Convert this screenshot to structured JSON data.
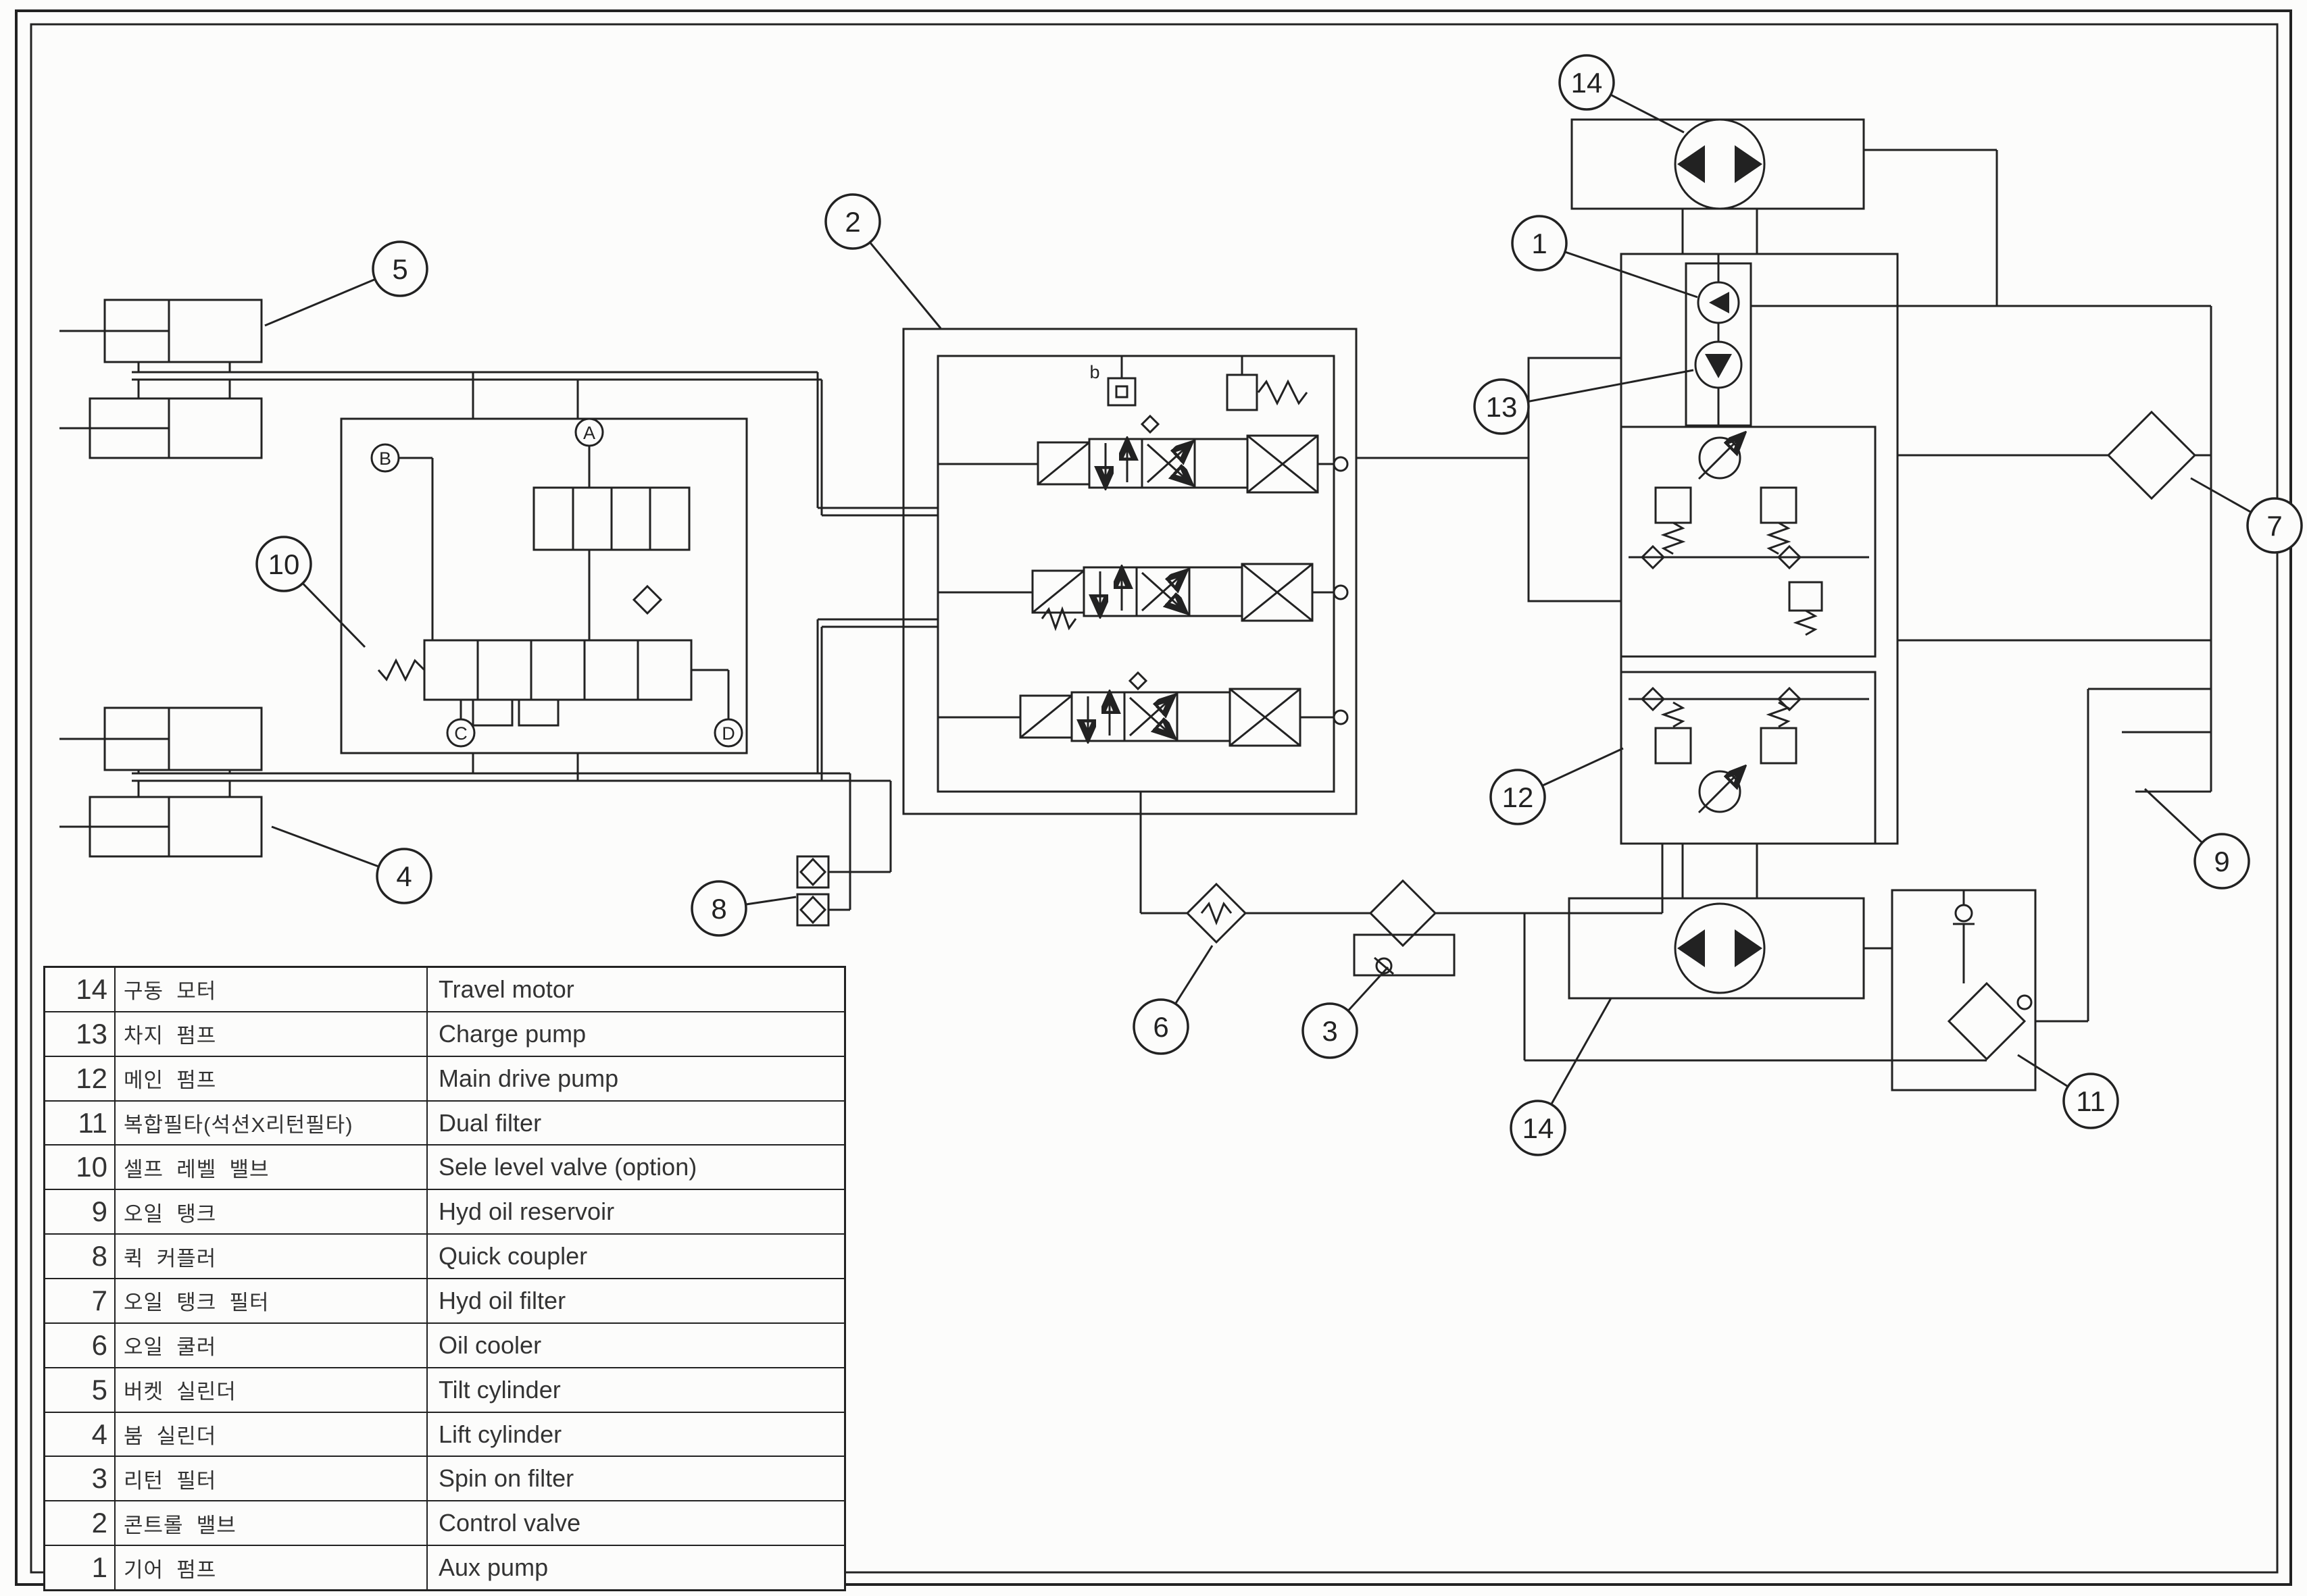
{
  "legend": {
    "rows": [
      {
        "no": "14",
        "kr": "구동  모터",
        "en": "Travel motor"
      },
      {
        "no": "13",
        "kr": "차지  펌프",
        "en": "Charge pump"
      },
      {
        "no": "12",
        "kr": "메인  펌프",
        "en": "Main drive pump"
      },
      {
        "no": "11",
        "kr": "복합필타(석션X리턴필타)",
        "en": "Dual filter"
      },
      {
        "no": "10",
        "kr": "셀프  레벨  밸브",
        "en": "Sele level valve (option)"
      },
      {
        "no": "9",
        "kr": "오일  탱크",
        "en": "Hyd oil reservoir"
      },
      {
        "no": "8",
        "kr": "퀵  커플러",
        "en": "Quick coupler"
      },
      {
        "no": "7",
        "kr": "오일  탱크  필터",
        "en": "Hyd oil filter"
      },
      {
        "no": "6",
        "kr": "오일  쿨러",
        "en": "Oil cooler"
      },
      {
        "no": "5",
        "kr": "버켓  실린더",
        "en": "Tilt cylinder"
      },
      {
        "no": "4",
        "kr": "붐  실린더",
        "en": "Lift cylinder"
      },
      {
        "no": "3",
        "kr": "리턴  필터",
        "en": "Spin on filter"
      },
      {
        "no": "2",
        "kr": "콘트롤  밸브",
        "en": "Control valve"
      },
      {
        "no": "1",
        "kr": "기어  펌프",
        "en": "Aux pump"
      }
    ]
  },
  "callouts": {
    "labels": [
      "5",
      "2",
      "14",
      "1",
      "13",
      "7",
      "10",
      "12",
      "9",
      "4",
      "8",
      "6",
      "3",
      "14",
      "11"
    ]
  },
  "schematic": {
    "port_letters": [
      "A",
      "B",
      "C",
      "D"
    ],
    "valve_top_label": "b"
  },
  "colors": {
    "line": "#222222",
    "background": "#fcfcfb"
  }
}
